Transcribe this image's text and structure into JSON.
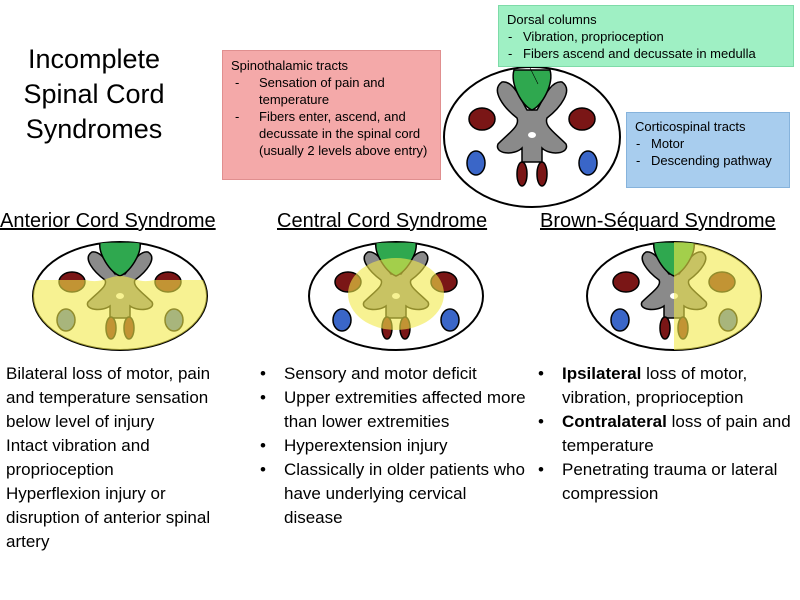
{
  "title": {
    "lines": [
      "Incomplete",
      "Spinal Cord",
      "Syndromes"
    ]
  },
  "boxes": {
    "spinothalamic": {
      "heading": "Spinothalamic tracts",
      "items": [
        "Sensation of pain and temperature",
        "Fibers enter, ascend, and decussate in the spinal cord (usually 2 levels above entry)"
      ]
    },
    "dorsal": {
      "heading": "Dorsal columns",
      "items": [
        "Vibration, proprioception",
        "Fibers ascend and decussate in medulla"
      ]
    },
    "corticospinal": {
      "heading": "Corticospinal tracts",
      "items": [
        "Motor",
        "Descending pathway"
      ]
    }
  },
  "syndromes": {
    "anterior": {
      "heading": "Anterior Cord Syndrome",
      "items": [
        "Bilateral loss of motor, pain and temperature sensation below level of injury",
        "Intact vibration and proprioception",
        "Hyperflexion injury or disruption of anterior spinal artery"
      ]
    },
    "central": {
      "heading": "Central Cord Syndrome",
      "items": [
        "Sensory and motor deficit",
        "Upper extremities affected more than lower extremities",
        "Hyperextension injury",
        "Classically in older patients who have underlying cervical disease"
      ]
    },
    "brown": {
      "heading": "Brown-Séquard Syndrome",
      "items": [
        {
          "bold": "Ipsilateral",
          "rest": " loss of motor, vibration, proprioception"
        },
        {
          "bold": "Contralateral",
          "rest": " loss of pain and temperature"
        },
        {
          "bold": "",
          "rest": "Penetrating trauma or lateral compression"
        }
      ]
    }
  },
  "colors": {
    "spinothalamic_box": "#f4a9a9",
    "dorsal_box": "#9ff0c4",
    "corticospinal_box": "#a8cdee",
    "dorsal_tract": "#2fa84f",
    "spinothalamic_tract": "#7a1616",
    "corticospinal_tract": "#3a66c8",
    "gray_matter": "#8a8a8a",
    "injury_overlay": "#f2ea4a"
  }
}
